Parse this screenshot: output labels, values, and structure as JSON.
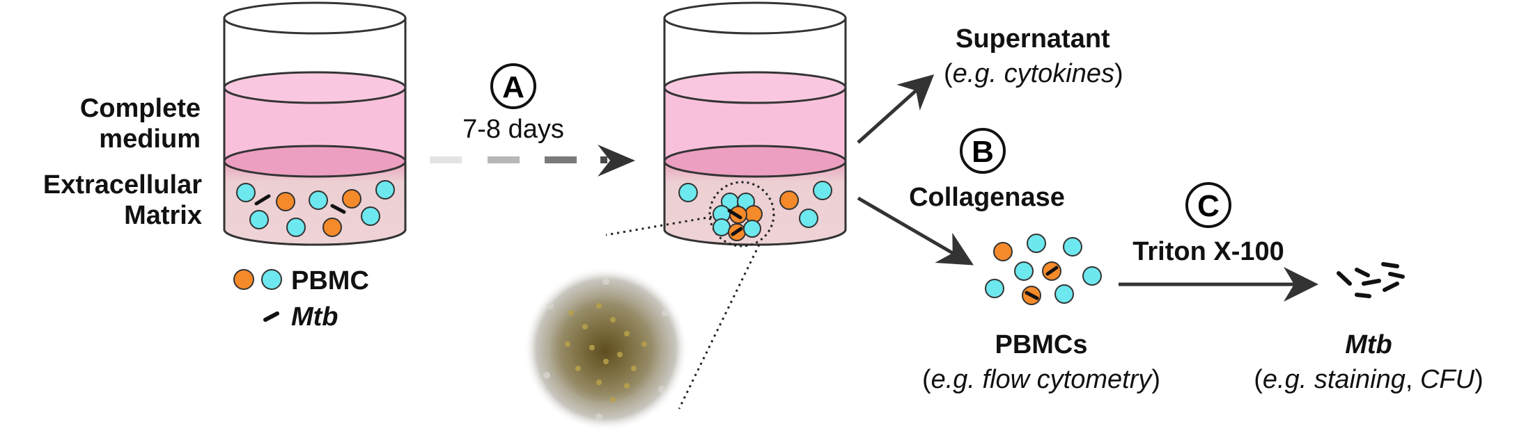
{
  "labels": {
    "complete_medium_line1": "Complete",
    "complete_medium_line2": "medium",
    "ecm_line1": "Extracellular",
    "ecm_line2": "Matrix",
    "legend_pbmc": "PBMC",
    "legend_mtb": "Mtb"
  },
  "steps": {
    "a_letter": "A",
    "a_duration": "7-8 days",
    "b_letter": "B",
    "b_reagent": "Collagenase",
    "c_letter": "C",
    "c_reagent": "Triton X-100"
  },
  "outputs": {
    "supernatant_title": "Supernatant",
    "supernatant_paren_open": "(",
    "supernatant_example": "e.g. cytokines",
    "supernatant_paren_close": ")",
    "pbmcs_title": "PBMCs",
    "pbmcs_paren_open": "(",
    "pbmcs_example": "e.g. flow cytometry",
    "pbmcs_paren_close": ")",
    "mtb_title": "Mtb",
    "mtb_paren_open": "(",
    "mtb_example_1": "e.g. staining",
    "mtb_sep": ", ",
    "mtb_example_2": "CFU",
    "mtb_paren_close": ")"
  },
  "colors": {
    "medium_pink": "#f9c0dc",
    "matrix_pink": "#eccfd3",
    "pbmc_orange": "#f58a2a",
    "pbmc_cyan": "#6de8ee",
    "mtb_black": "#111111",
    "arrow_gray": "#333333"
  }
}
